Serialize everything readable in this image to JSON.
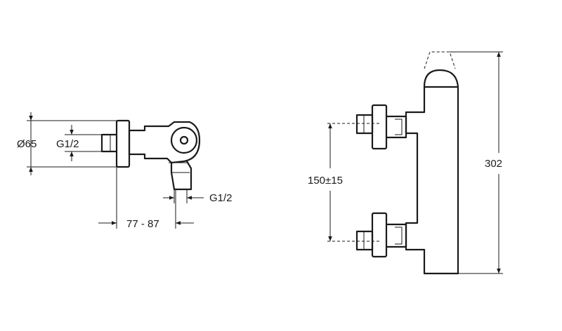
{
  "side_view": {
    "diameter_label": "Ø65",
    "inlet_thread_label": "G1/2",
    "outlet_thread_label": "G1/2",
    "depth_label": "77 - 87"
  },
  "front_view": {
    "spacing_label": "150±15",
    "height_label": "302"
  }
}
